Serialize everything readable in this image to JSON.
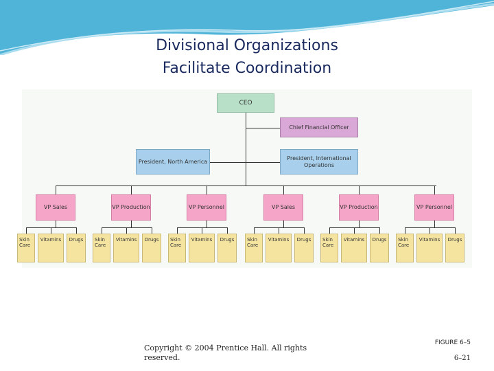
{
  "title": {
    "line1": "Divisional Organizations",
    "line2": "Facilitate Coordination"
  },
  "ceo": "CEO",
  "cfo": "Chief Financial Officer",
  "presidents": [
    "President, North America",
    "President, International Operations"
  ],
  "vps": [
    "VP Sales",
    "VP Production",
    "VP Personnel",
    "VP Sales",
    "VP Production",
    "VP Personnel"
  ],
  "products": [
    "Skin Care",
    "Vitamins",
    "Drugs"
  ],
  "copyright": "Copyright © 2004 Prentice Hall. All rights reserved.",
  "figure": "FIGURE 6–5",
  "page_number": "6–21",
  "colors": {
    "ceo": "#b8e0c8",
    "cfo": "#d9a8d6",
    "president": "#a8d0ec",
    "vp": "#f5a5c8",
    "product": "#f4e4a0"
  }
}
